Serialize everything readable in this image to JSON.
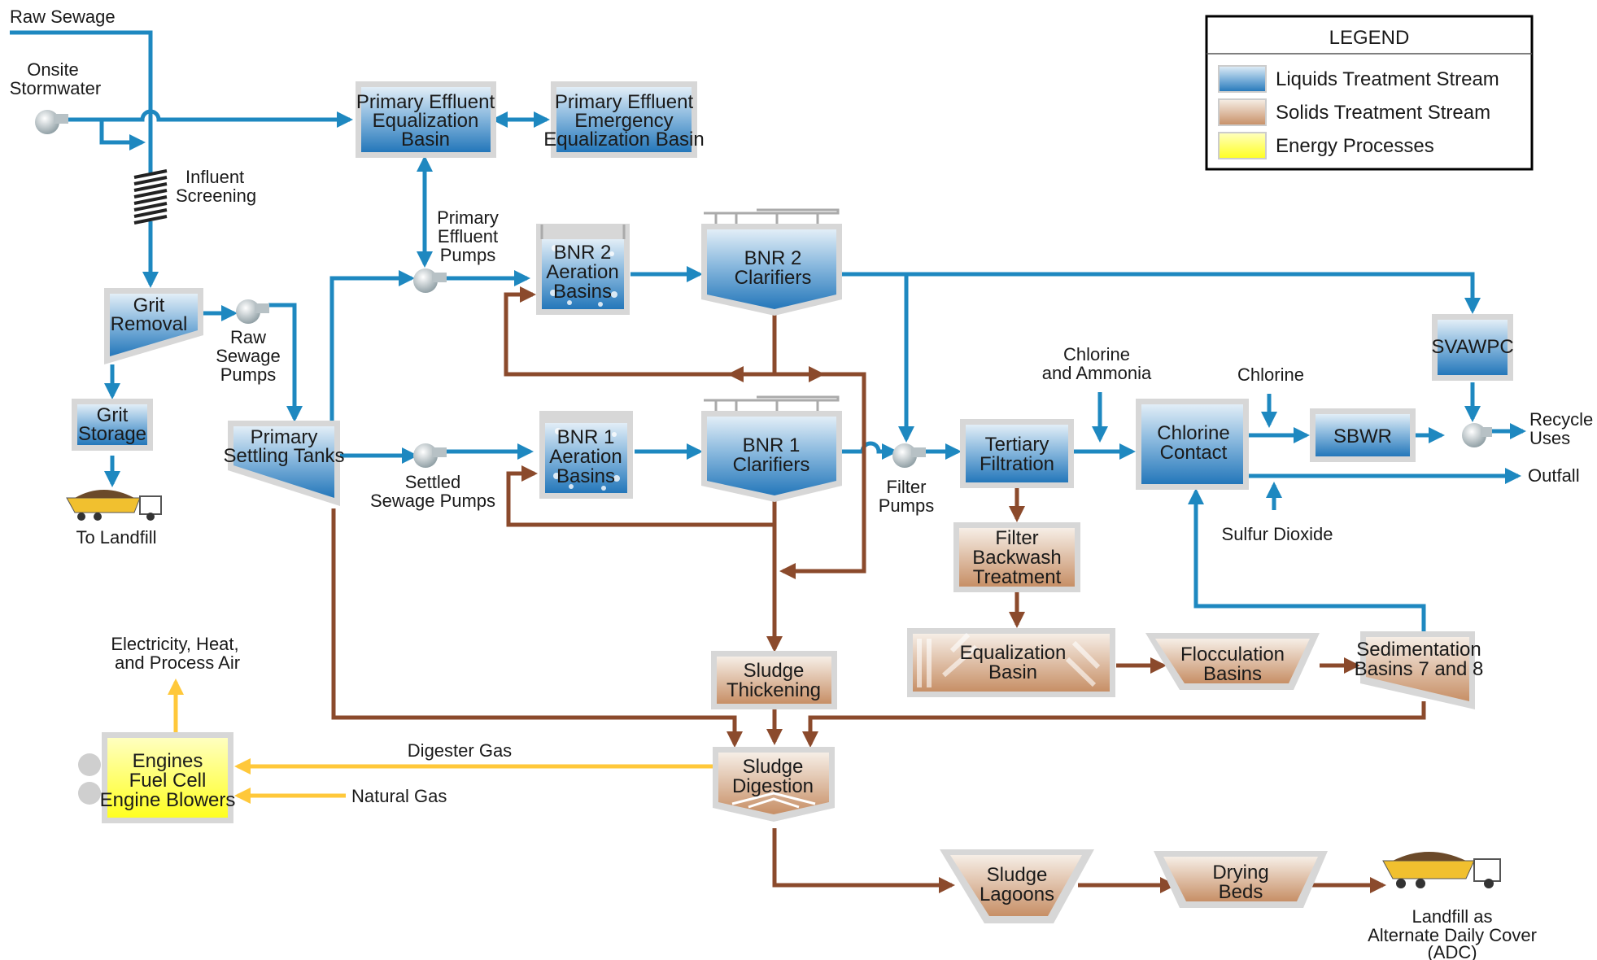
{
  "colors": {
    "liquids": "#1e88c0",
    "solids": "#8b4a2c",
    "energy": "#ffc83a",
    "liquid_fill_top": "#d9e8f3",
    "liquid_fill_bottom": "#2f7fc0",
    "solid_fill_top": "#f3e9df",
    "solid_fill_bottom": "#c8926a",
    "energy_fill": "#ffff26"
  },
  "legend": {
    "title": "LEGEND",
    "items": [
      "Liquids Treatment Stream",
      "Solids Treatment Stream",
      "Energy Processes"
    ]
  },
  "inputs": {
    "raw_sewage": "Raw Sewage",
    "onsite_stormwater": [
      "Onsite",
      "Stormwater"
    ]
  },
  "units": {
    "pe_eq_basin": [
      "Primary Effluent",
      "Equalization",
      "Basin"
    ],
    "pe_emerg_basin": [
      "Primary Effluent",
      "Emergency",
      "Equalization Basin"
    ],
    "influent_screening": [
      "Influent",
      "Screening"
    ],
    "grit_removal": [
      "Grit",
      "Removal"
    ],
    "raw_sewage_pumps": [
      "Raw",
      "Sewage",
      "Pumps"
    ],
    "grit_storage": [
      "Grit",
      "Storage"
    ],
    "to_landfill": "To Landfill",
    "primary_settling": [
      "Primary",
      "Settling Tanks"
    ],
    "pe_pumps": [
      "Primary",
      "Effluent",
      "Pumps"
    ],
    "bnr2_aeration": [
      "BNR 2",
      "Aeration",
      "Basins"
    ],
    "bnr2_clarifiers": [
      "BNR 2",
      "Clarifiers"
    ],
    "settled_pumps": [
      "Settled",
      "Sewage Pumps"
    ],
    "bnr1_aeration": [
      "BNR 1",
      "Aeration",
      "Basins"
    ],
    "bnr1_clarifiers": [
      "BNR 1",
      "Clarifiers"
    ],
    "filter_pumps": [
      "Filter",
      "Pumps"
    ],
    "tertiary_filtration": [
      "Tertiary",
      "Filtration"
    ],
    "chlorine_ammonia": [
      "Chlorine",
      "and Ammonia"
    ],
    "chlorine_contact": [
      "Chlorine",
      "Contact"
    ],
    "chlorine": "Chlorine",
    "sulfur_dioxide": "Sulfur Dioxide",
    "svawpc": "SVAWPC",
    "sbwr": "SBWR",
    "recycle_uses": [
      "Recycle",
      "Uses"
    ],
    "outfall": "Outfall",
    "filter_backwash": [
      "Filter",
      "Backwash",
      "Treatment"
    ],
    "eq_basin": [
      "Equalization",
      "Basin"
    ],
    "flocculation": [
      "Flocculation",
      "Basins"
    ],
    "sedimentation": [
      "Sedimentation",
      "Basins 7 and 8"
    ],
    "sludge_thickening": [
      "Sludge",
      "Thickening"
    ],
    "sludge_digestion": [
      "Sludge",
      "Digestion"
    ],
    "engines": [
      "Engines",
      "Fuel Cell",
      "Engine Blowers"
    ],
    "electricity": [
      "Electricity, Heat,",
      "and Process Air"
    ],
    "digester_gas": "Digester Gas",
    "natural_gas": "Natural Gas",
    "sludge_lagoons": [
      "Sludge",
      "Lagoons"
    ],
    "drying_beds": [
      "Drying",
      "Beds"
    ],
    "landfill_adc": [
      "Landfill as",
      "Alternate Daily Cover",
      "(ADC)"
    ]
  }
}
